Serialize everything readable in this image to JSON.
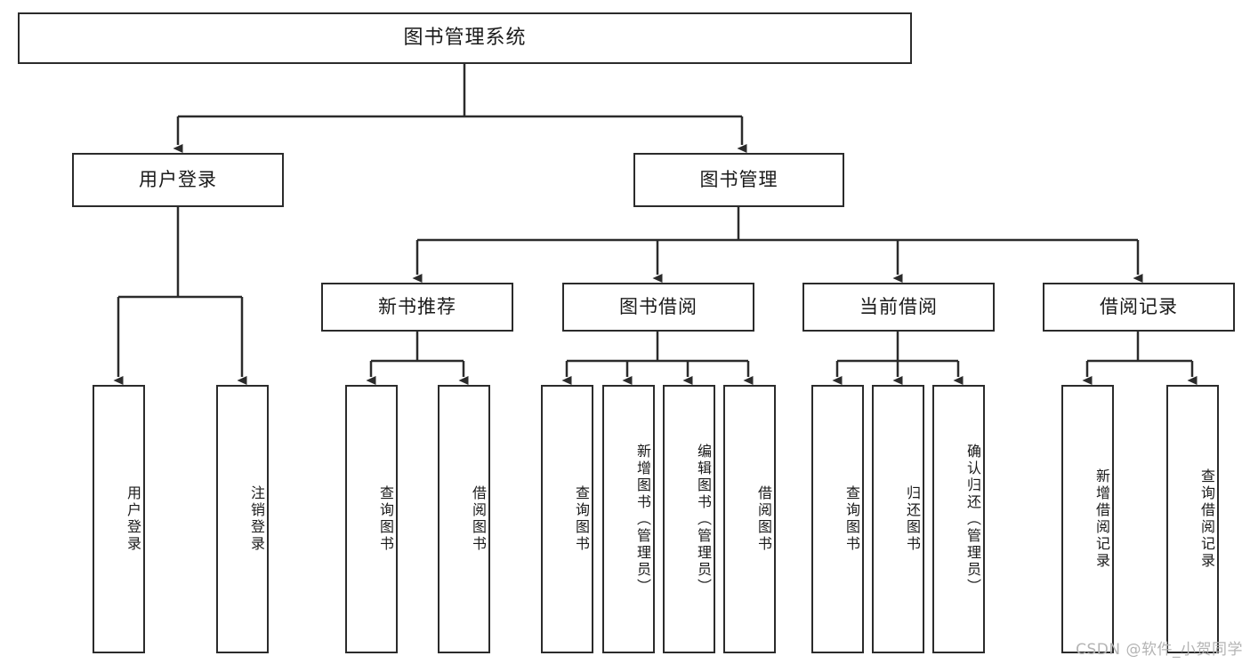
{
  "diagram": {
    "title": "图书管理系统",
    "type": "tree",
    "watermark": "CSDN @软件_小贺同学",
    "colors": {
      "stroke": "#2b2b2b",
      "fill": "#ffffff",
      "text": "#1a1a1a",
      "watermark": "#b4b4b4"
    },
    "root": {
      "label": "图书管理系统"
    },
    "level1": [
      {
        "label": "用户登录"
      },
      {
        "label": "图书管理"
      }
    ],
    "level2": [
      {
        "label": "新书推荐"
      },
      {
        "label": "图书借阅"
      },
      {
        "label": "当前借阅"
      },
      {
        "label": "借阅记录"
      }
    ],
    "leaves": {
      "user_login": [
        {
          "label": "用户登录"
        },
        {
          "label": "注销登录"
        }
      ],
      "new_book": [
        {
          "label": "查询图书"
        },
        {
          "label": "借阅图书"
        }
      ],
      "book_borrow": [
        {
          "label": "查询图书"
        },
        {
          "label": "新增图书（管理员）"
        },
        {
          "label": "编辑图书（管理员）"
        },
        {
          "label": "借阅图书"
        }
      ],
      "current_borrow": [
        {
          "label": "查询图书"
        },
        {
          "label": "归还图书"
        },
        {
          "label": "确认归还（管理员）"
        }
      ],
      "borrow_record": [
        {
          "label": "新增借阅记录"
        },
        {
          "label": "查询借阅记录"
        }
      ]
    }
  }
}
